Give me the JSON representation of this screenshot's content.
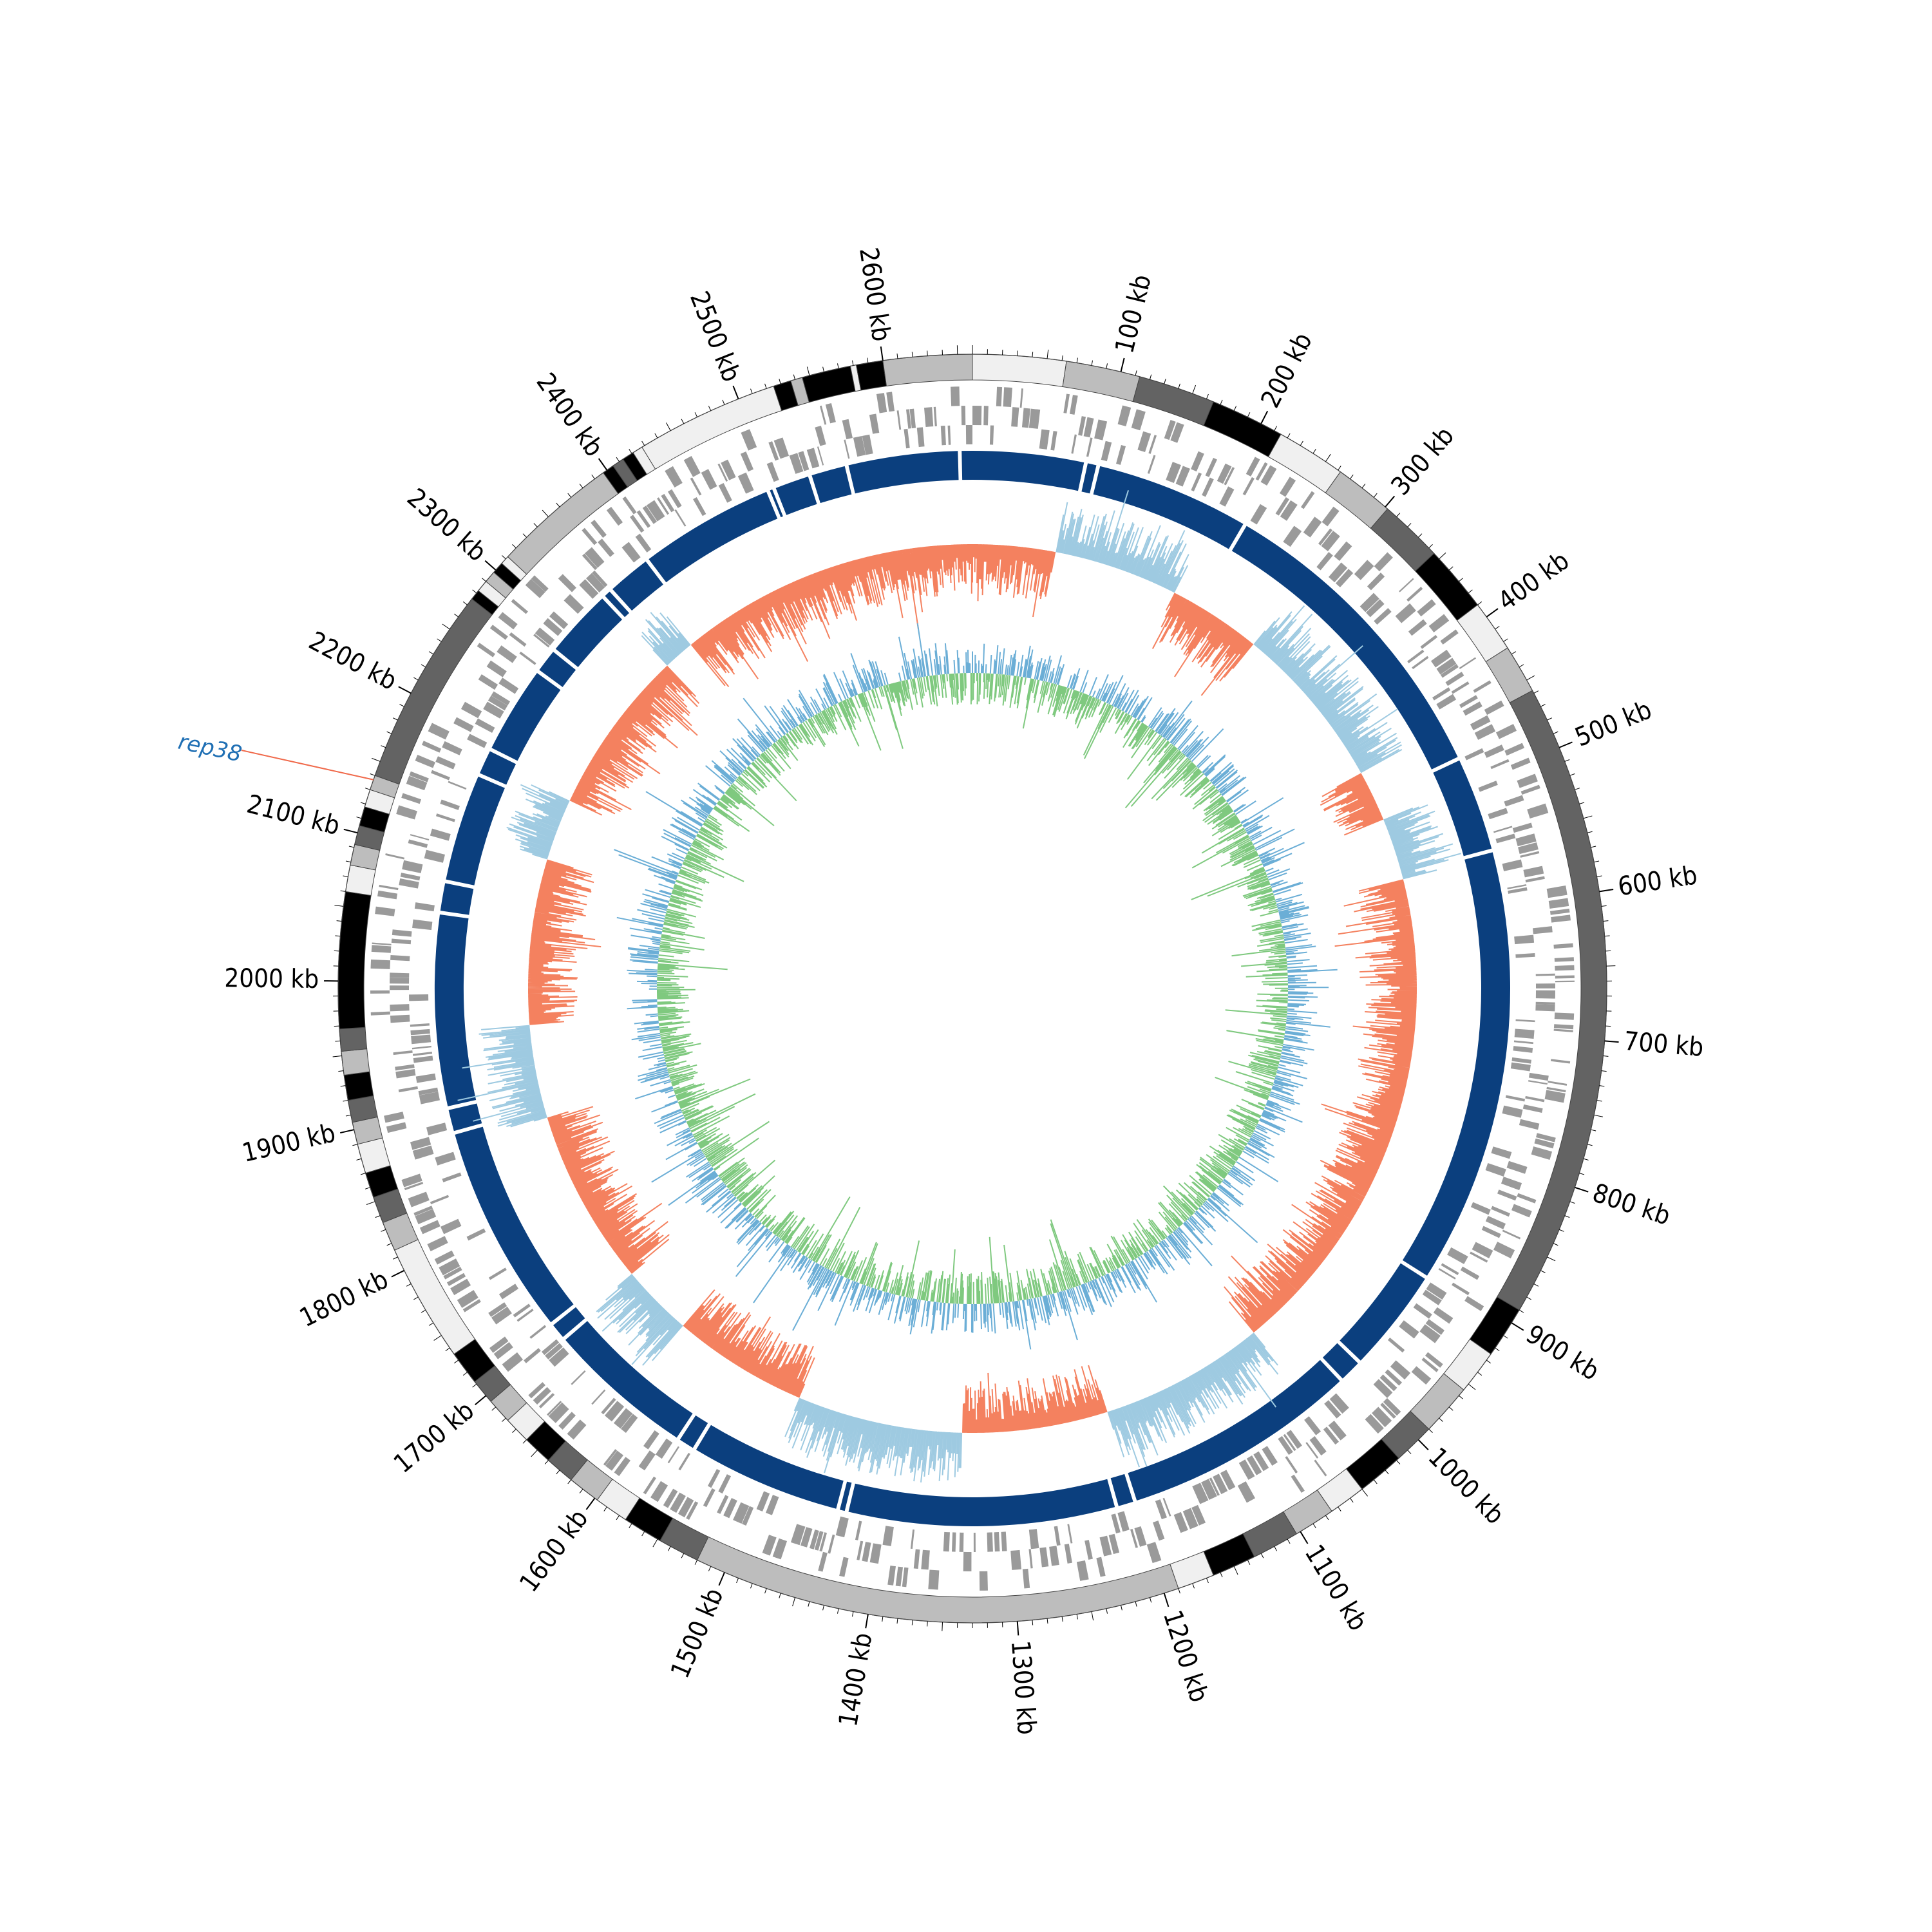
{
  "diagram": {
    "type": "circular-genome-map",
    "genome_length_kb": 2660,
    "tick_labels": [
      "100 kb",
      "200 kb",
      "300 kb",
      "400 kb",
      "500 kb",
      "600 kb",
      "700 kb",
      "800 kb",
      "900 kb",
      "1000 kb",
      "1100 kb",
      "1200 kb",
      "1300 kb",
      "1400 kb",
      "1500 kb",
      "1600 kb",
      "1700 kb",
      "1800 kb",
      "1900 kb",
      "2000 kb",
      "2100 kb",
      "2200 kb",
      "2300 kb",
      "2400 kb",
      "2500 kb",
      "2600 kb"
    ],
    "tick_positions_kb": [
      100,
      200,
      300,
      400,
      500,
      600,
      700,
      800,
      900,
      1000,
      1100,
      1200,
      1300,
      1400,
      1500,
      1600,
      1700,
      1800,
      1900,
      2000,
      2100,
      2200,
      2300,
      2400,
      2500,
      2600
    ],
    "annotation": {
      "label": "rep38",
      "position_kb": 2137,
      "color": "#1f6fb4",
      "line_color": "#f0694a"
    },
    "colors": {
      "gene_blocks": "#0b3f7e",
      "features": "#9a9a9a",
      "gc_positive": "#f4815f",
      "gc_negative": "#9ecae1",
      "skew_positive": "#7fc97f",
      "skew_negative": "#6baed6",
      "outer_shades": [
        "#f0f0f0",
        "#bdbdbd",
        "#636363",
        "#000000"
      ]
    },
    "outer_segments": [
      {
        "start": 0,
        "end": 63,
        "shade": 0
      },
      {
        "start": 63,
        "end": 113,
        "shade": 1
      },
      {
        "start": 113,
        "end": 165,
        "shade": 2
      },
      {
        "start": 165,
        "end": 215,
        "shade": 3
      },
      {
        "start": 215,
        "end": 262,
        "shade": 0
      },
      {
        "start": 262,
        "end": 302,
        "shade": 1
      },
      {
        "start": 302,
        "end": 345,
        "shade": 2
      },
      {
        "start": 345,
        "end": 390,
        "shade": 3
      },
      {
        "start": 390,
        "end": 425,
        "shade": 0
      },
      {
        "start": 425,
        "end": 458,
        "shade": 1
      },
      {
        "start": 458,
        "end": 890,
        "shade": 2
      },
      {
        "start": 890,
        "end": 925,
        "shade": 3
      },
      {
        "start": 925,
        "end": 955,
        "shade": 0
      },
      {
        "start": 955,
        "end": 990,
        "shade": 1
      },
      {
        "start": 990,
        "end": 1018,
        "shade": 2
      },
      {
        "start": 1018,
        "end": 1050,
        "shade": 3
      },
      {
        "start": 1050,
        "end": 1075,
        "shade": 0
      },
      {
        "start": 1075,
        "end": 1103,
        "shade": 1
      },
      {
        "start": 1103,
        "end": 1135,
        "shade": 2
      },
      {
        "start": 1135,
        "end": 1165,
        "shade": 3
      },
      {
        "start": 1165,
        "end": 1190,
        "shade": 0
      },
      {
        "start": 1190,
        "end": 1520,
        "shade": 1
      },
      {
        "start": 1520,
        "end": 1548,
        "shade": 2
      },
      {
        "start": 1548,
        "end": 1575,
        "shade": 3
      },
      {
        "start": 1575,
        "end": 1598,
        "shade": 0
      },
      {
        "start": 1598,
        "end": 1620,
        "shade": 1
      },
      {
        "start": 1620,
        "end": 1640,
        "shade": 2
      },
      {
        "start": 1640,
        "end": 1660,
        "shade": 3
      },
      {
        "start": 1660,
        "end": 1678,
        "shade": 0
      },
      {
        "start": 1678,
        "end": 1695,
        "shade": 1
      },
      {
        "start": 1695,
        "end": 1712,
        "shade": 2
      },
      {
        "start": 1712,
        "end": 1735,
        "shade": 3
      },
      {
        "start": 1735,
        "end": 1815,
        "shade": 0
      },
      {
        "start": 1815,
        "end": 1835,
        "shade": 1
      },
      {
        "start": 1835,
        "end": 1853,
        "shade": 2
      },
      {
        "start": 1853,
        "end": 1870,
        "shade": 3
      },
      {
        "start": 1870,
        "end": 1890,
        "shade": 0
      },
      {
        "start": 1890,
        "end": 1905,
        "shade": 1
      },
      {
        "start": 1905,
        "end": 1920,
        "shade": 2
      },
      {
        "start": 1920,
        "end": 1937,
        "shade": 3
      },
      {
        "start": 1937,
        "end": 1953,
        "shade": 1
      },
      {
        "start": 1953,
        "end": 1968,
        "shade": 2
      },
      {
        "start": 1968,
        "end": 2060,
        "shade": 3
      },
      {
        "start": 2060,
        "end": 2078,
        "shade": 0
      },
      {
        "start": 2078,
        "end": 2092,
        "shade": 1
      },
      {
        "start": 2092,
        "end": 2105,
        "shade": 2
      },
      {
        "start": 2105,
        "end": 2118,
        "shade": 3
      },
      {
        "start": 2118,
        "end": 2130,
        "shade": 0
      },
      {
        "start": 2130,
        "end": 2140,
        "shade": 1
      },
      {
        "start": 2140,
        "end": 2275,
        "shade": 2
      },
      {
        "start": 2275,
        "end": 2282,
        "shade": 3
      },
      {
        "start": 2282,
        "end": 2290,
        "shade": 0
      },
      {
        "start": 2290,
        "end": 2298,
        "shade": 1
      },
      {
        "start": 2298,
        "end": 2306,
        "shade": 3
      },
      {
        "start": 2306,
        "end": 2312,
        "shade": 0
      },
      {
        "start": 2312,
        "end": 2397,
        "shade": 1
      },
      {
        "start": 2397,
        "end": 2405,
        "shade": 3
      },
      {
        "start": 2405,
        "end": 2413,
        "shade": 2
      },
      {
        "start": 2413,
        "end": 2421,
        "shade": 3
      },
      {
        "start": 2421,
        "end": 2428,
        "shade": 0
      },
      {
        "start": 2428,
        "end": 2525,
        "shade": 0
      },
      {
        "start": 2525,
        "end": 2537,
        "shade": 3
      },
      {
        "start": 2537,
        "end": 2545,
        "shade": 1
      },
      {
        "start": 2545,
        "end": 2578,
        "shade": 3
      },
      {
        "start": 2578,
        "end": 2582,
        "shade": 0
      },
      {
        "start": 2582,
        "end": 2600,
        "shade": 3
      },
      {
        "start": 2600,
        "end": 2660,
        "shade": 1
      }
    ],
    "gene_block_gaps_kb": [
      90,
      100,
      225,
      478,
      555,
      905,
      990,
      1010,
      1200,
      1215,
      1430,
      1437,
      1560,
      1575,
      1695,
      1710,
      1880,
      1900,
      2055,
      2080,
      2168,
      2190,
      2262,
      2283,
      2340,
      2348,
      2385,
      2495,
      2500,
      2530,
      2560,
      2650
    ]
  }
}
